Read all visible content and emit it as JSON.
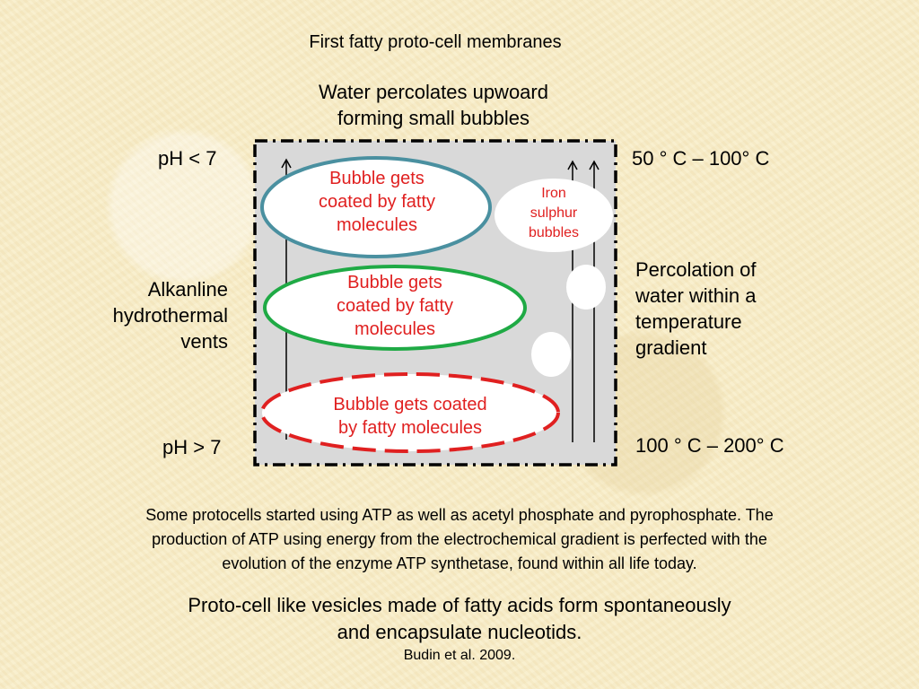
{
  "title": "First fatty proto-cell membranes",
  "percolate_line1": "Water percolates upwoard",
  "percolate_line2": "forming small bubbles",
  "ph_top": "pH < 7",
  "ph_bottom": "pH > 7",
  "temp_top": "50 ° C – 100° C",
  "temp_bottom": "100 ° C – 200° C",
  "vents": [
    "Alkanline",
    "hydrothermal",
    "vents"
  ],
  "percolation": [
    "Percolation of",
    "water within a",
    "temperature",
    "gradient"
  ],
  "bubble_top": [
    "Bubble gets",
    "coated by fatty",
    "molecules"
  ],
  "bubble_mid": [
    "Bubble gets",
    "coated by fatty",
    "molecules"
  ],
  "bubble_bottom": [
    "Bubble gets coated",
    "by fatty molecules"
  ],
  "iron": [
    "Iron",
    "sulphur",
    "bubbles"
  ],
  "para1": [
    "Some protocells started using ATP as well as acetyl phosphate and pyrophosphate. The",
    "production of ATP using energy from the electrochemical gradient is perfected with the",
    "evolution of the enzyme ATP synthetase, found within all life today."
  ],
  "para2": [
    "Proto-cell like vesicles made of fatty acids form spontaneously",
    "and encapsulate nucleotids."
  ],
  "citation": "Budin et al. 2009.",
  "colors": {
    "box_fill": "#d9d9d9",
    "top_ellipse": "#4a90a0",
    "mid_ellipse": "#1faa45",
    "bottom_ellipse": "#e02020",
    "label_red": "#e02020"
  }
}
